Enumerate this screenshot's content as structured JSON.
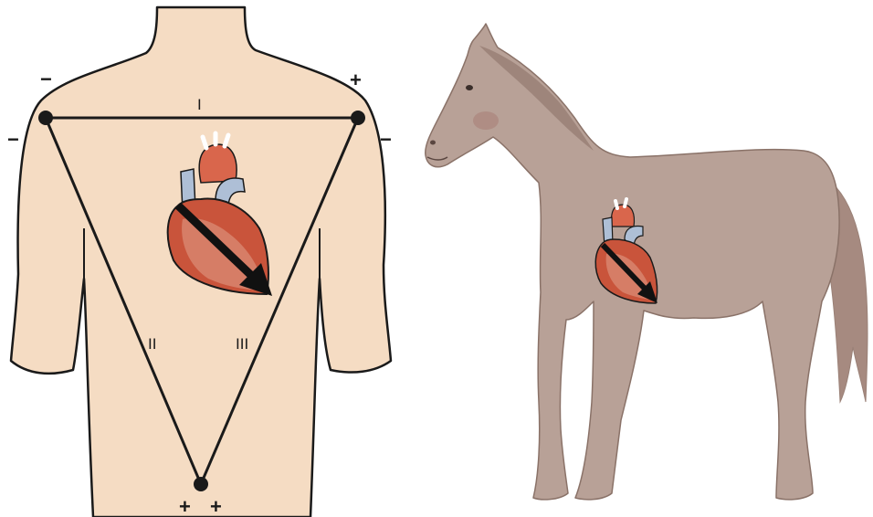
{
  "einthoven": {
    "leads": {
      "lead_i": "I",
      "lead_ii": "II",
      "lead_iii": "III"
    },
    "signs": {
      "right_shoulder_outer": "−",
      "right_shoulder_upper": "−",
      "left_shoulder_upper": "+",
      "left_shoulder_outer": "−",
      "bottom_left": "+",
      "bottom_right": "+"
    }
  },
  "colors": {
    "human_skin": "#f5dcc3",
    "horse_coat": "#b8a197",
    "heart_red": "#c9543b",
    "heart_pink": "#d98b75",
    "vessel_blue": "#aebfd6",
    "outline": "#1a1a1a"
  }
}
